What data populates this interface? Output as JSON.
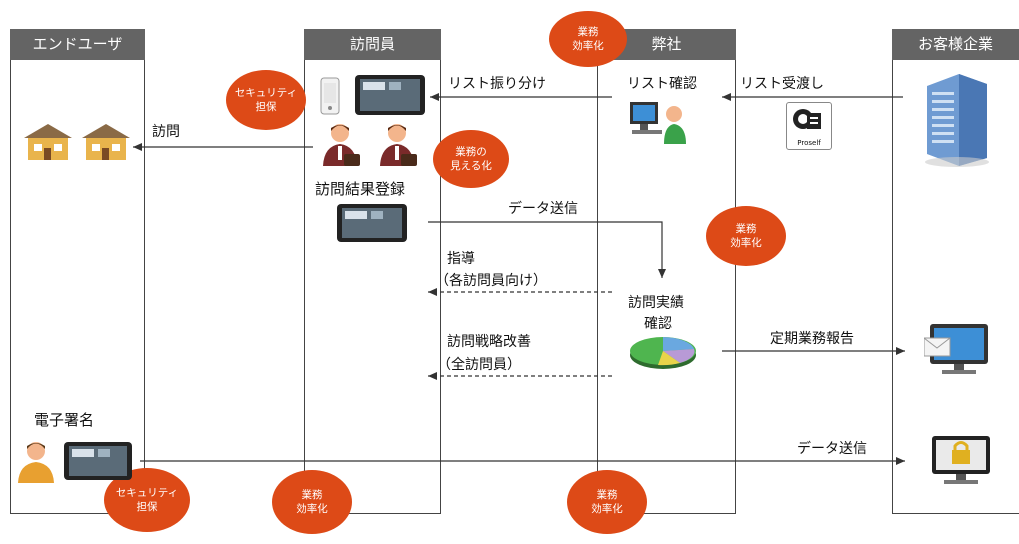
{
  "lanes": {
    "end_user": "エンドユーザ",
    "visitor": "訪問員",
    "company": "弊社",
    "customer": "お客様企業"
  },
  "labels": {
    "list_handover": "リスト受渡し",
    "list_confirm": "リスト確認",
    "list_distribute": "リスト振り分け",
    "visit": "訪問",
    "visit_result_register": "訪問結果登録",
    "data_send_1": "データ送信",
    "guidance_1": "指導",
    "guidance_2": "（各訪問員向け）",
    "visit_results_confirm_1": "訪問実績",
    "visit_results_confirm_2": "確認",
    "strategy_improve_1": "訪問戦略改善",
    "strategy_improve_2": "（全訪問員）",
    "regular_report": "定期業務報告",
    "e_signature": "電子署名",
    "data_send_2": "データ送信",
    "proself": "Proself"
  },
  "badges": {
    "efficiency_top": [
      "業務",
      "効率化"
    ],
    "security_top": [
      "セキュリティ",
      "担保"
    ],
    "visualization": [
      "業務の",
      "見える化"
    ],
    "efficiency_mid": [
      "業務",
      "効率化"
    ],
    "security_bottom": [
      "セキュリティ",
      "担保"
    ],
    "efficiency_bottom_left": [
      "業務",
      "効率化"
    ],
    "efficiency_bottom_right": [
      "業務",
      "効率化"
    ]
  },
  "colors": {
    "badge": "#dd4a17",
    "lane_header": "#646464"
  }
}
